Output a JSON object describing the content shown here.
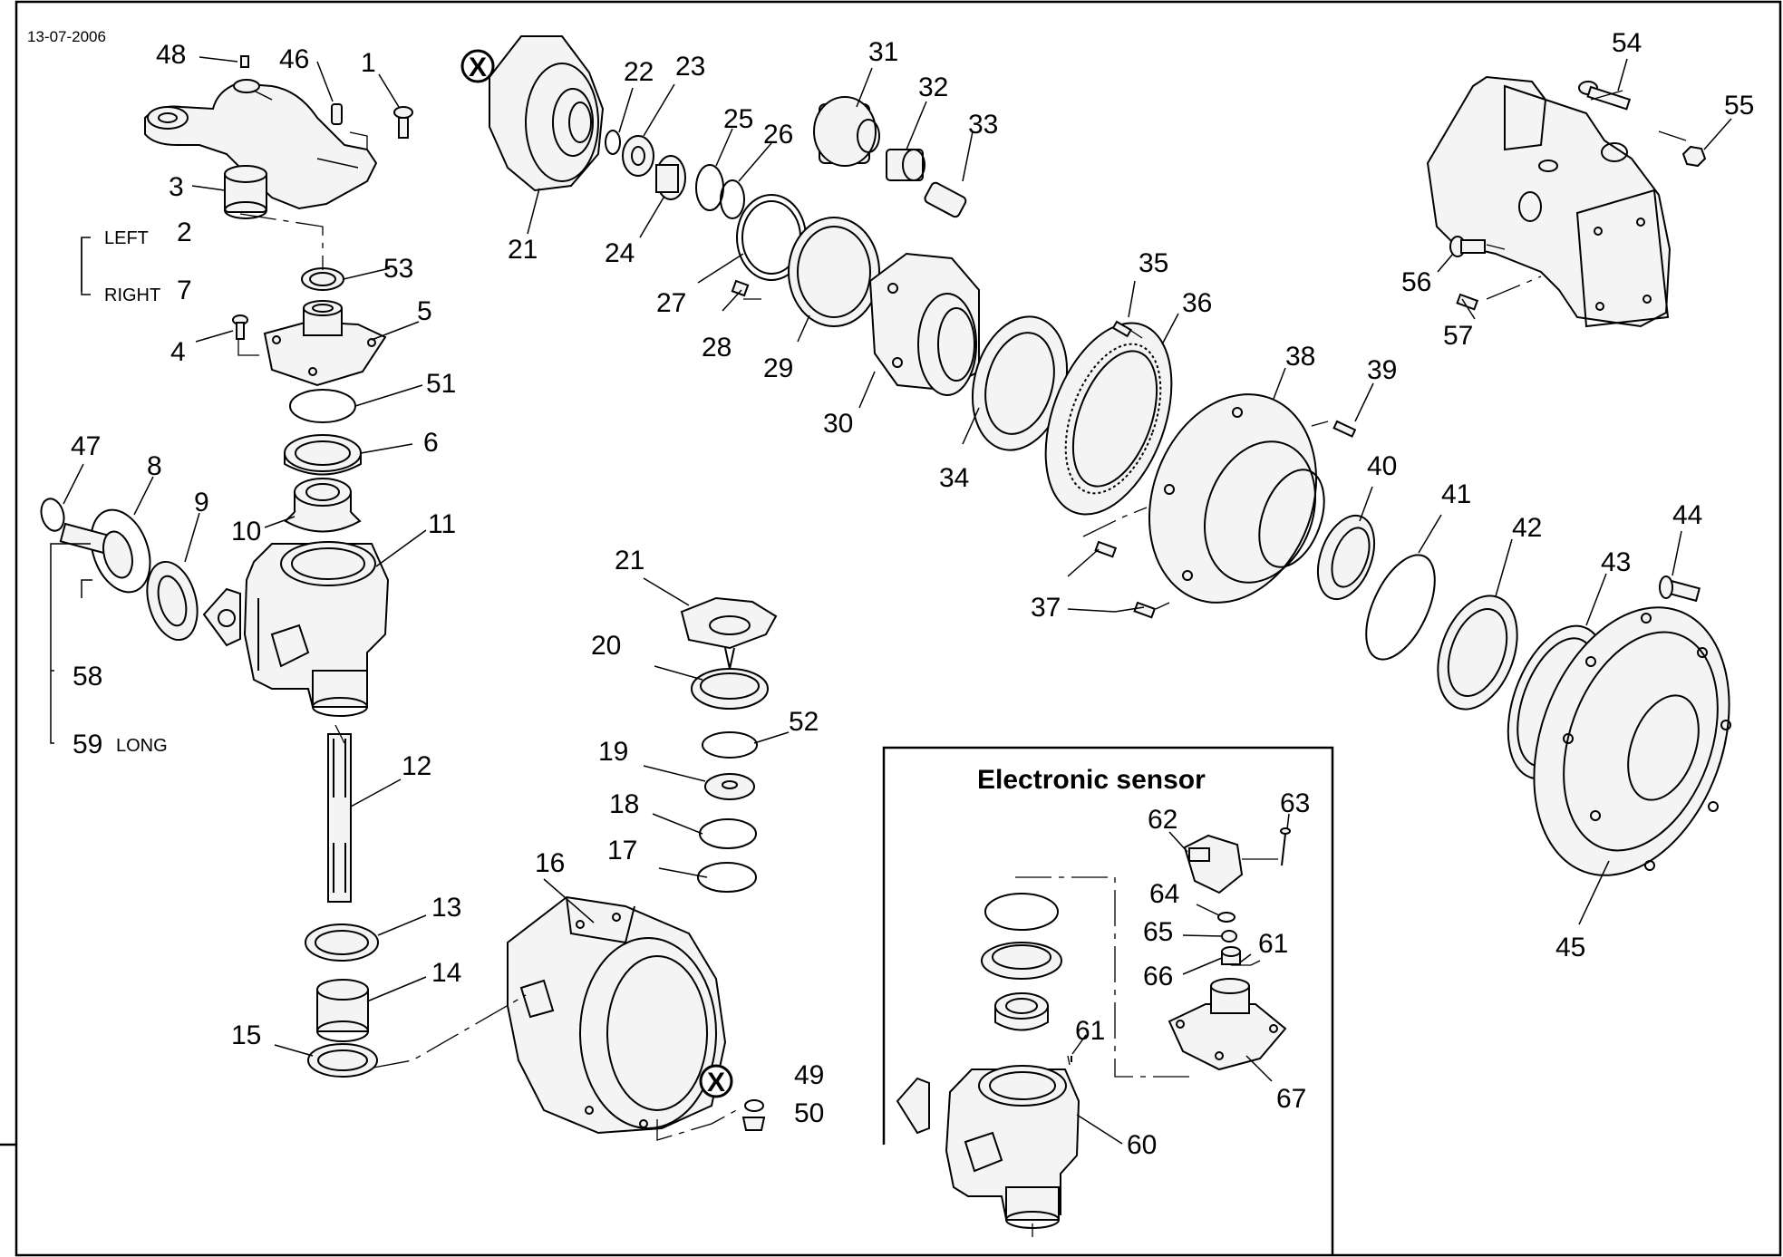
{
  "date": "13-07-2006",
  "inset_title": "Electronic sensor",
  "side_labels": {
    "left": "LEFT",
    "right": "RIGHT",
    "long": "LONG"
  },
  "x_marker": "X",
  "labels": {
    "p1": "1",
    "p2": "2",
    "p3": "3",
    "p4": "4",
    "p5": "5",
    "p6": "6",
    "p7": "7",
    "p8": "8",
    "p9": "9",
    "p10": "10",
    "p11": "11",
    "p12": "12",
    "p13": "13",
    "p14": "14",
    "p15": "15",
    "p16": "16",
    "p17": "17",
    "p18": "18",
    "p19": "19",
    "p20": "20",
    "p21a": "21",
    "p21b": "21",
    "p22": "22",
    "p23": "23",
    "p24": "24",
    "p25": "25",
    "p26": "26",
    "p27": "27",
    "p28": "28",
    "p29": "29",
    "p30": "30",
    "p31": "31",
    "p32": "32",
    "p33": "33",
    "p34": "34",
    "p35": "35",
    "p36": "36",
    "p37": "37",
    "p38": "38",
    "p39": "39",
    "p40": "40",
    "p41": "41",
    "p42": "42",
    "p43": "43",
    "p44": "44",
    "p45": "45",
    "p46": "46",
    "p47": "47",
    "p48": "48",
    "p49": "49",
    "p50": "50",
    "p51": "51",
    "p52": "52",
    "p53": "53",
    "p54": "54",
    "p55": "55",
    "p56": "56",
    "p57": "57",
    "p58": "58",
    "p59": "59",
    "p60": "60",
    "p61a": "61",
    "p61b": "61",
    "p62": "62",
    "p63": "63",
    "p64": "64",
    "p65": "65",
    "p66": "66",
    "p67": "67"
  }
}
